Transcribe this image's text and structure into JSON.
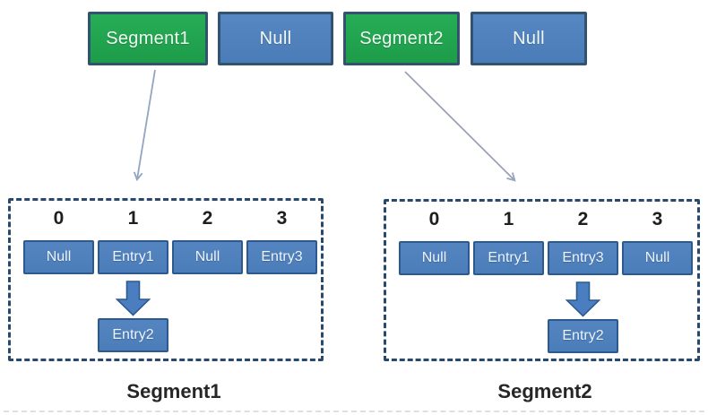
{
  "diagram": {
    "top_row": [
      {
        "label": "Segment1",
        "type": "segment"
      },
      {
        "label": "Null",
        "type": "null"
      },
      {
        "label": "Segment2",
        "type": "segment"
      },
      {
        "label": "Null",
        "type": "null"
      }
    ],
    "panels": [
      {
        "title": "Segment1",
        "indices": [
          "0",
          "1",
          "2",
          "3"
        ],
        "slots": [
          "Null",
          "Entry1",
          "Null",
          "Entry3"
        ],
        "chained_from_index": "1",
        "overflow_entry": "Entry2"
      },
      {
        "title": "Segment2",
        "indices": [
          "0",
          "1",
          "2",
          "3"
        ],
        "slots": [
          "Null",
          "Entry1",
          "Entry3",
          "Null"
        ],
        "chained_from_index": "2",
        "overflow_entry": "Entry2"
      }
    ],
    "colors": {
      "segment_green": "#1fa24d",
      "node_blue": "#4f81bd",
      "box_border": "#31536f",
      "slot_border": "#2d5a8e",
      "dashed_border": "#27496d",
      "thin_arrow": "#93a5c0",
      "block_arrow": "#4a7ec0",
      "label_text": "#262626"
    }
  }
}
